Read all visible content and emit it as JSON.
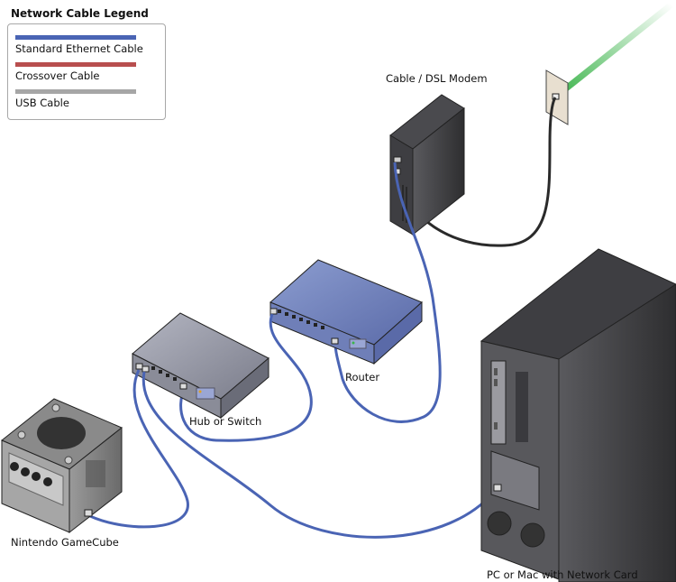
{
  "legend": {
    "title": "Network Cable Legend",
    "items": [
      {
        "label": "Standard Ethernet Cable",
        "color": "#4a64b4"
      },
      {
        "label": "Crossover Cable",
        "color": "#b84e4e"
      },
      {
        "label": "USB Cable",
        "color": "#a6a6a6"
      }
    ]
  },
  "devices": {
    "modem": "Cable / DSL Modem",
    "router": "Router",
    "hub": "Hub or Switch",
    "gamecube": "Nintendo GameCube",
    "pc": "PC or Mac with Network Card"
  },
  "colors": {
    "ethernet": "#4a64b4",
    "coax": "#2a2a2a",
    "internet": "#3cb44b",
    "wall_plate": "#e8dfd0"
  }
}
